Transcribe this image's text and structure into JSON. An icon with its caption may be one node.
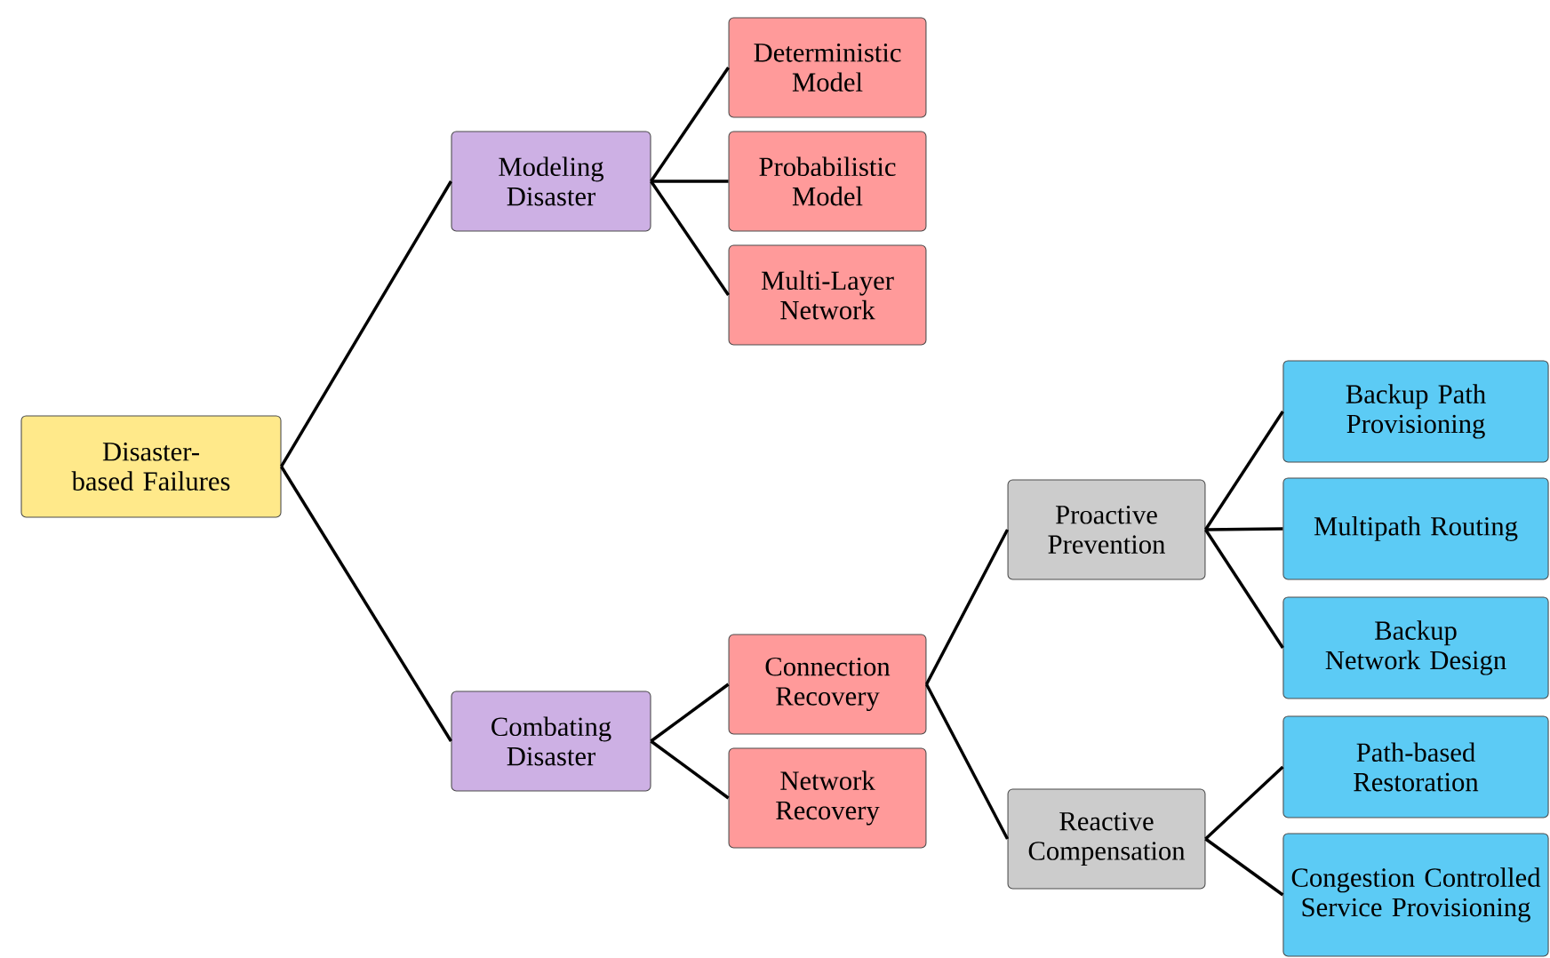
{
  "diagram": {
    "nodes": [
      {
        "text": [
          "Disaster-based Failures"
        ]
      },
      {
        "text": [
          "Modeling Disaster"
        ]
      },
      {
        "text": [
          "Combating Disaster"
        ]
      },
      {
        "text": [
          "Deterministic Model"
        ]
      },
      {
        "text": [
          "Probabilistic Model"
        ]
      },
      {
        "text": [
          "Multi-Layer Network"
        ]
      },
      {
        "text": [
          "Connection Recovery"
        ]
      },
      {
        "text": [
          "Network Recovery"
        ]
      },
      {
        "text": [
          "Proactive Prevention"
        ]
      },
      {
        "text": [
          "Reactive Compensation"
        ]
      },
      {
        "text": [
          "Backup Path Provisioning"
        ]
      },
      {
        "text": [
          "Multipath Routing"
        ]
      },
      {
        "text": [
          "Backup Network Design"
        ]
      },
      {
        "text": [
          "Path-based Restoration"
        ]
      },
      {
        "text": [
          "Congestion Controlled Service Provisioning"
        ]
      }
    ],
    "edges": [
      {
        "from": 0,
        "to": 1,
        "arrow": "none"
      },
      {
        "from": 0,
        "to": 2,
        "arrow": "none"
      },
      {
        "from": 1,
        "to": 3,
        "arrow": "none"
      },
      {
        "from": 1,
        "to": 4,
        "arrow": "none"
      },
      {
        "from": 1,
        "to": 5,
        "arrow": "none"
      },
      {
        "from": 2,
        "to": 6,
        "arrow": "none"
      },
      {
        "from": 2,
        "to": 7,
        "arrow": "none"
      },
      {
        "from": 6,
        "to": 8,
        "arrow": "none"
      },
      {
        "from": 6,
        "to": 9,
        "arrow": "none"
      },
      {
        "from": 8,
        "to": 10,
        "arrow": "none"
      },
      {
        "from": 8,
        "to": 11,
        "arrow": "none"
      },
      {
        "from": 8,
        "to": 12,
        "arrow": "none"
      },
      {
        "from": 9,
        "to": 13,
        "arrow": "none"
      },
      {
        "from": 9,
        "to": 14,
        "arrow": "none"
      }
    ]
  }
}
